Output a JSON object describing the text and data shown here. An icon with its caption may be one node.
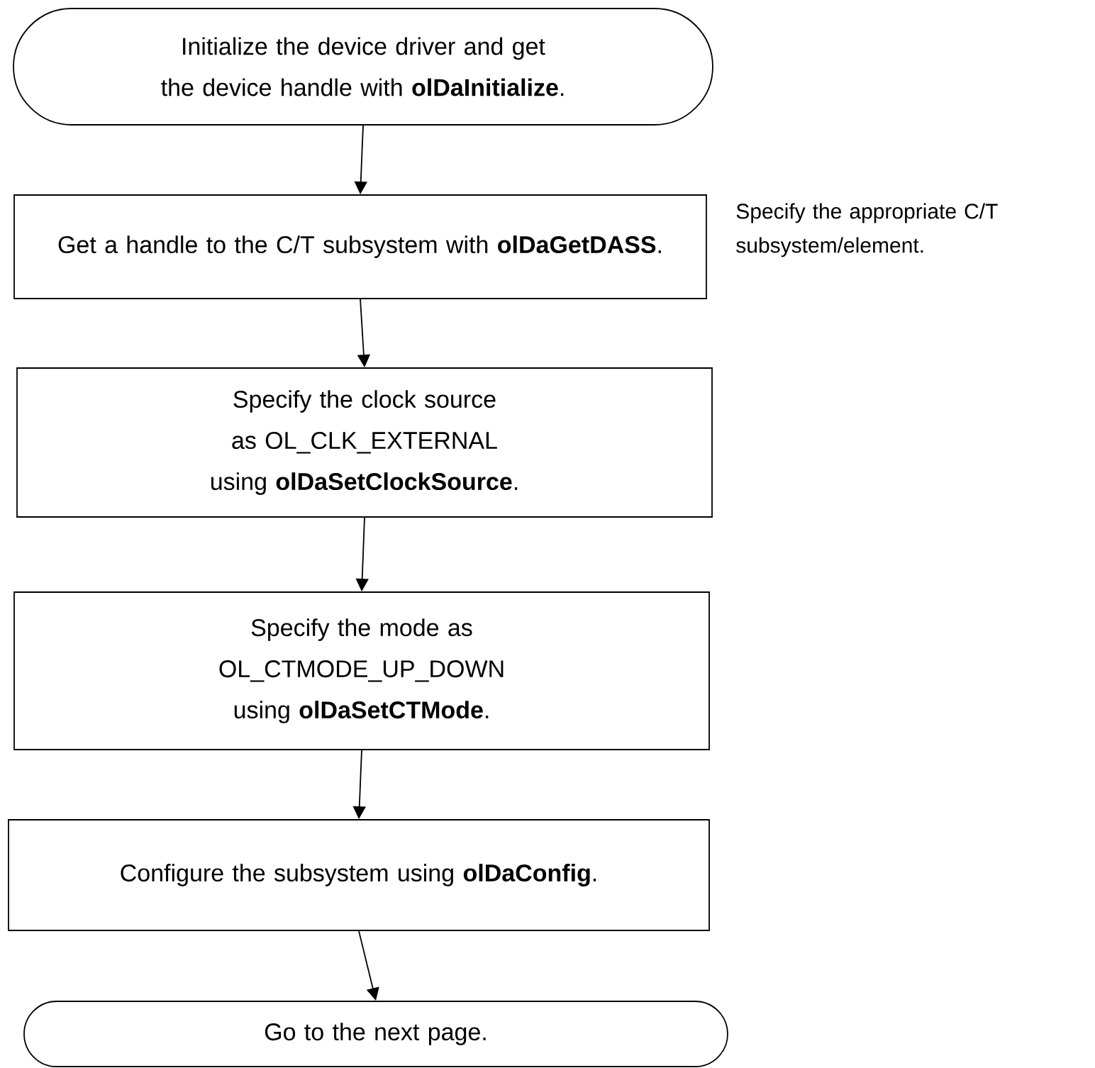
{
  "diagram": {
    "nodes": [
      {
        "text": [
          "Initialize the device driver and get the device handle with **olDaInitialize**."
        ]
      },
      {
        "text": [
          "Get a handle to the C/T subsystem with **olDaGetDASS**."
        ],
        "beside": [
          "Specify the appropriate C/T subsystem/element."
        ]
      },
      {
        "text": [
          "Specify the clock source as OL_CLK_EXTERNAL using **olDaSetClockSource**."
        ]
      },
      {
        "text": [
          "Specify the mode as OL_CTMODE_UP_DOWN using **olDaSetCTMode**."
        ]
      },
      {
        "text": [
          "Configure the subsystem using **olDaConfig**."
        ]
      },
      {
        "text": [
          "Go to the next page."
        ]
      }
    ],
    "edges": [
      {
        "from": 0,
        "to": 1,
        "arrow": "to"
      },
      {
        "from": 1,
        "to": 2,
        "arrow": "to"
      },
      {
        "from": 2,
        "to": 3,
        "arrow": "to"
      },
      {
        "from": 3,
        "to": 4,
        "arrow": "to"
      },
      {
        "from": 4,
        "to": 5,
        "arrow": "to"
      }
    ]
  }
}
